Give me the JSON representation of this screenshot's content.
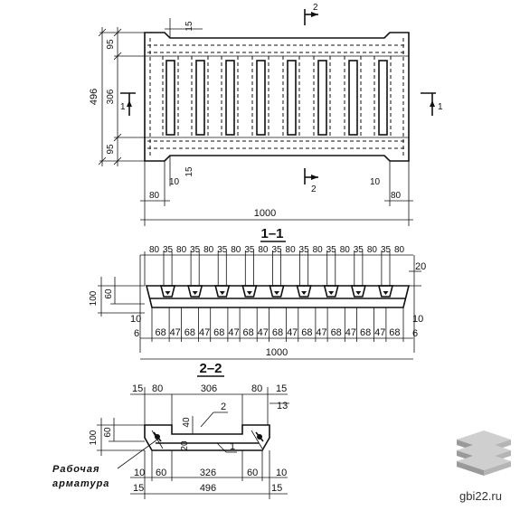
{
  "plan": {
    "height_total": "496",
    "height_top": "95",
    "height_mid": "306",
    "height_bot": "95",
    "length": "1000",
    "edge_left": "80",
    "edge_right": "80",
    "notch_top": "15",
    "notch_bot": "15",
    "step_left": "10",
    "step_right": "10",
    "cut1_left": "1",
    "cut1_right": "1",
    "cut2_top": "2",
    "cut2_bot": "2"
  },
  "section11": {
    "title": "1–1",
    "top_dims": [
      "80",
      "35",
      "80",
      "35",
      "80",
      "35",
      "80",
      "35",
      "80",
      "35",
      "80",
      "35",
      "80",
      "35",
      "80",
      "35",
      "80",
      "35",
      "80"
    ],
    "bottom_dims": [
      "68",
      "47",
      "68",
      "47",
      "68",
      "47",
      "68",
      "47",
      "68",
      "47",
      "68",
      "47",
      "68",
      "47",
      "68",
      "47",
      "68"
    ],
    "left_bottom": "6",
    "right_bottom": "6",
    "left_step": "10",
    "right_step": "10",
    "height": "100",
    "inner_height": "60",
    "top_right": "20",
    "length": "1000"
  },
  "section22": {
    "title": "2–2",
    "top_left_edge": "15",
    "top_left": "80",
    "top_mid": "306",
    "top_right": "80",
    "top_right_edge": "15",
    "right_small": "13",
    "height": "100",
    "inner_height": "60",
    "inner_40": "40",
    "inner_20": "20",
    "callout_1": "1",
    "callout_2": "2",
    "bot_left_edge": "10",
    "bot_left": "60",
    "bot_mid": "326",
    "bot_right": "60",
    "bot_right_edge": "10",
    "bot_left_15": "15",
    "bot_total": "496",
    "bot_right_15": "15",
    "rebar_label_1": "Рабочая",
    "rebar_label_2": "арматура"
  },
  "watermark": {
    "text": "gbi22.ru"
  }
}
